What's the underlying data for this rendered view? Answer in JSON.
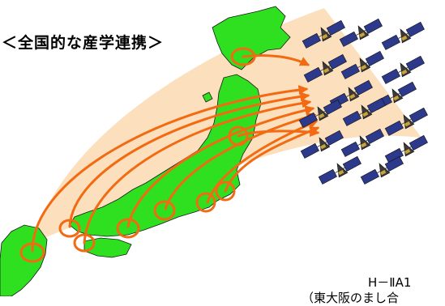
{
  "title": "＜全国的な産学連携＞",
  "caption": {
    "line1": "H－ⅡA1",
    "line2": "（東大阪のまし合"
  },
  "colors": {
    "map_land": "#2ee01f",
    "map_outline": "#1a1a1a",
    "beam": "#fbd9b0",
    "arrow": "#f26a12",
    "node_ring": "#f26a12",
    "satellite_panel": "#2d3a8c",
    "satellite_body": "#3a3a3a",
    "satellite_gold": "#c9a23a"
  },
  "icons": {
    "map": "japan-map-icon",
    "satellite": "satellite-icon"
  }
}
